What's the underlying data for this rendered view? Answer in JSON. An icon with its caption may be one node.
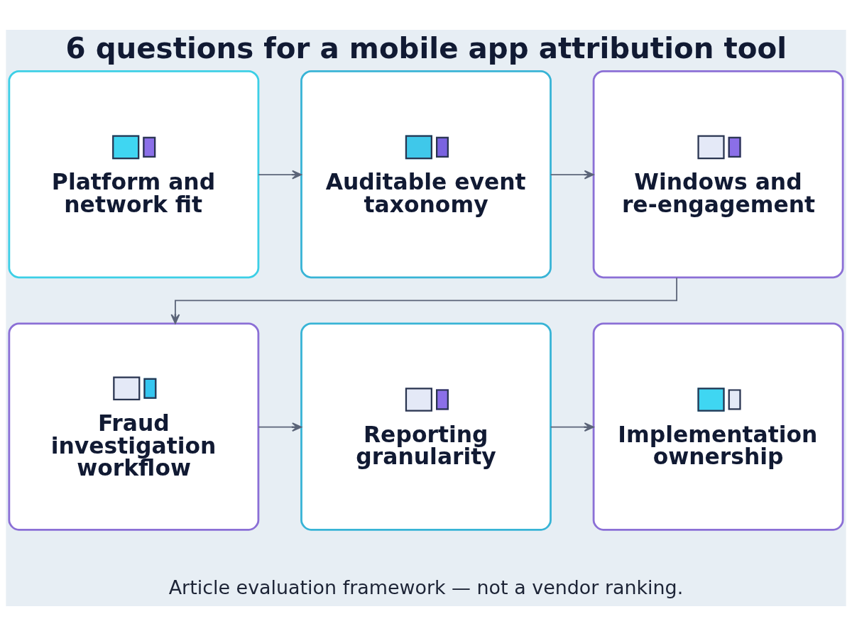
{
  "diagram": {
    "title": "6 questions for a mobile app attribution tool",
    "caption": "Article evaluation framework — not a vendor ranking.",
    "nodes": [
      {
        "text": [
          "Platform and network fit"
        ]
      },
      {
        "text": [
          "Auditable event taxonomy"
        ]
      },
      {
        "text": [
          "Windows and re-engagement"
        ]
      },
      {
        "text": [
          "Fraud investigation workflow"
        ]
      },
      {
        "text": [
          "Reporting granularity"
        ]
      },
      {
        "text": [
          "Implementation ownership"
        ]
      }
    ],
    "edges": [
      {
        "from": 0,
        "to": 1,
        "arrow": "to"
      },
      {
        "from": 1,
        "to": 2,
        "arrow": "to"
      },
      {
        "from": 2,
        "to": 3,
        "arrow": "to"
      },
      {
        "from": 3,
        "to": 4,
        "arrow": "to"
      },
      {
        "from": 4,
        "to": 5,
        "arrow": "to"
      }
    ]
  }
}
